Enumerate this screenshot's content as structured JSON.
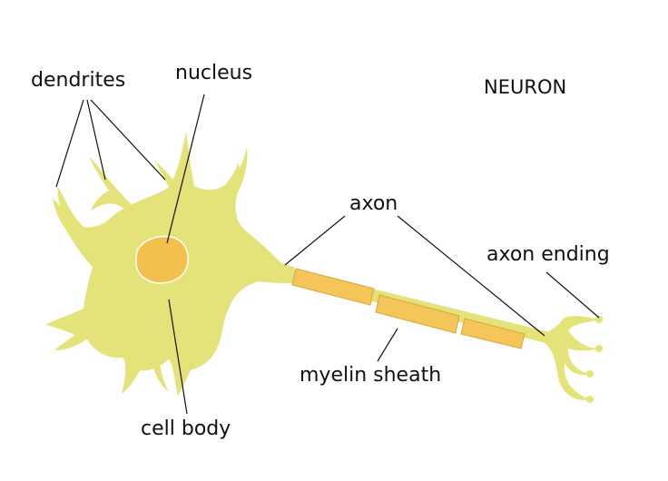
{
  "diagram": {
    "title": "NEURON",
    "labels": {
      "dendrites": "dendrites",
      "nucleus": "nucleus",
      "axon": "axon",
      "axon_ending": "axon ending",
      "myelin_sheath": "myelin sheath",
      "cell_body": "cell body"
    },
    "colors": {
      "cell": "#e3e37a",
      "nucleus": "#f2c04c",
      "myelin": "#f4c65a",
      "myelin_edge": "#d9a73a",
      "line": "#111111"
    }
  }
}
